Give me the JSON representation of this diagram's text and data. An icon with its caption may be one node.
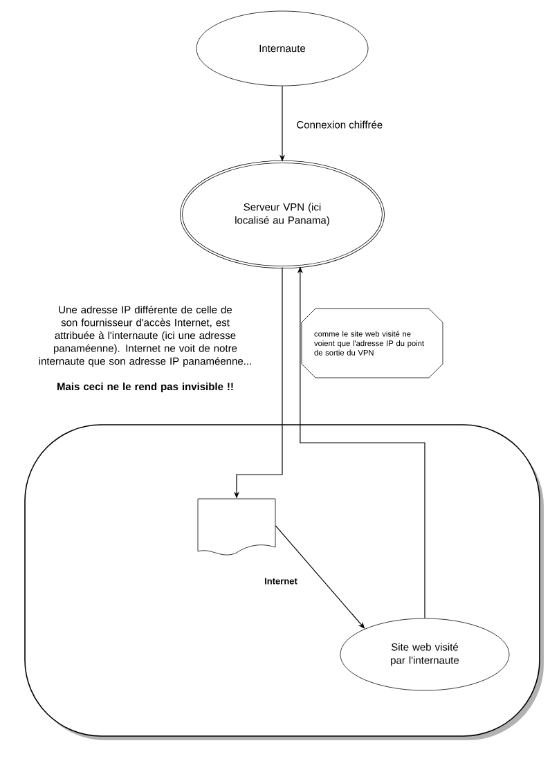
{
  "diagram": {
    "nodes": [
      {
        "text": [
          "Internaute"
        ]
      },
      {
        "text": [
          "Serveur VPN (ici localisé au Panama)"
        ]
      },
      {
        "text": [
          "Internet"
        ]
      },
      {
        "text": [],
        "shape": "box",
        "in": 2
      },
      {
        "text": [
          "Site web visité par l'internaute"
        ],
        "in": 2
      },
      {
        "text": [
          "comme le site web visité ne voient que l'adresse IP du point de sortie du VPN"
        ]
      }
    ],
    "edges": [
      {
        "from": 0,
        "to": 1,
        "arrow": "to",
        "label": "Connexion chiffrée"
      },
      {
        "from": 1,
        "to": 3,
        "arrow": "to"
      },
      {
        "from": 3,
        "to": 4,
        "arrow": "to"
      },
      {
        "from": 4,
        "to": 1,
        "arrow": "to"
      }
    ],
    "labels": [
      "Une adresse IP différente de celle de son fournisseur d'accès Internet, est attribuée à l'internaute (ici une adresse panaméenne). Internet ne voit de notre internaute que son adresse IP panaméenne...",
      "Mais ceci ne le rend pas invisible !!"
    ]
  }
}
